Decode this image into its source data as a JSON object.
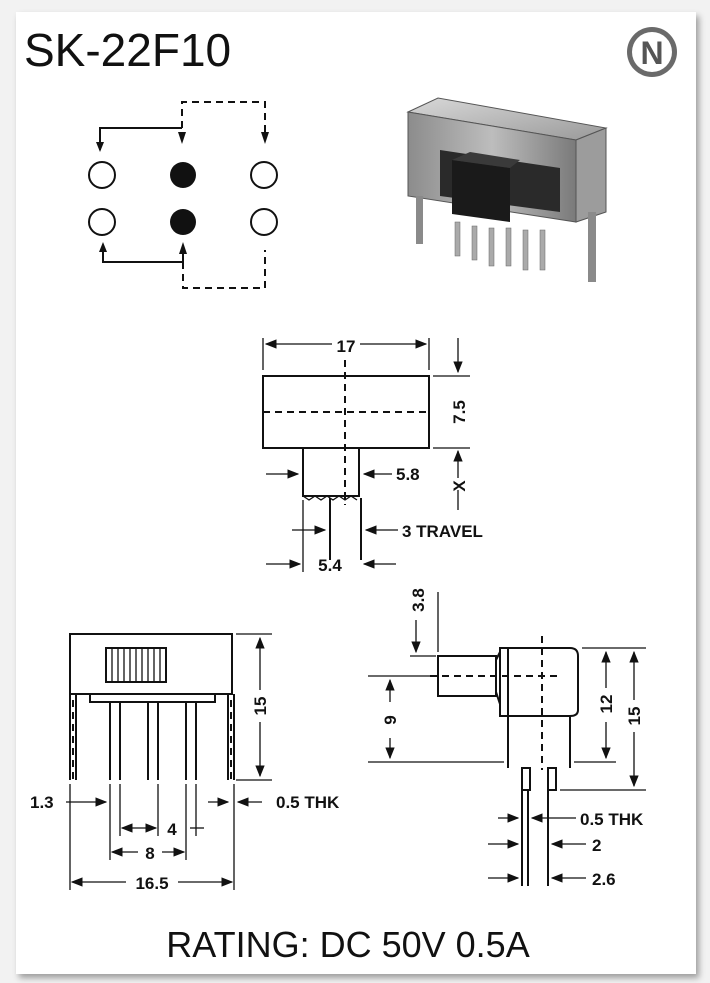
{
  "title": "SK-22F10",
  "logo": {
    "letter": "N",
    "icon": "brand-logo-icon"
  },
  "rating": "RATING: DC 50V 0.5A",
  "top_view": {
    "width": "17",
    "height": "7.5",
    "actuator": "5.8",
    "x_mark": "X",
    "travel": "3 TRAVEL",
    "knob": "5.4"
  },
  "front_view": {
    "height": "15",
    "edge": "1.3",
    "thickness": "0.5 THK",
    "pitch": "4",
    "span": "8",
    "overall": "16.5"
  },
  "side_view": {
    "knob_len": "3.8",
    "knob_center": "9",
    "body_height": "12",
    "total_height": "15",
    "thickness": "0.5 THK",
    "pin_gap": "2",
    "pin_span": "2.6"
  }
}
